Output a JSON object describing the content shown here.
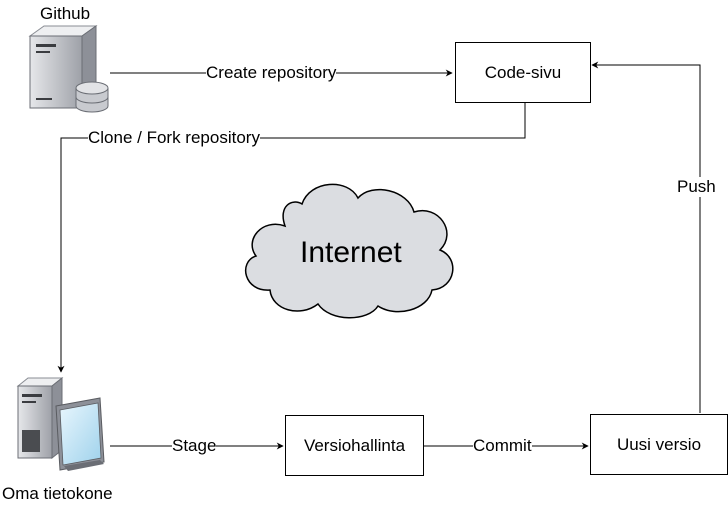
{
  "nodes": {
    "github": "Github",
    "code_page": "Code-sivu",
    "computer": "Oma tietokone",
    "version_control": "Versiohallinta",
    "new_version": "Uusi versio",
    "internet": "Internet"
  },
  "edges": {
    "create_repository": "Create repository",
    "clone_fork": "Clone / Fork repository",
    "stage": "Stage",
    "commit": "Commit",
    "push": "Push"
  },
  "colors": {
    "line": "#000000",
    "cloud_fill": "#dbdde1",
    "server_light": "#c9cbd0",
    "server_dark": "#6b6e75",
    "screen": "#bfe3f5"
  },
  "icons": {
    "github": "server-database-icon",
    "computer": "desktop-computer-icon",
    "internet": "cloud-icon"
  }
}
